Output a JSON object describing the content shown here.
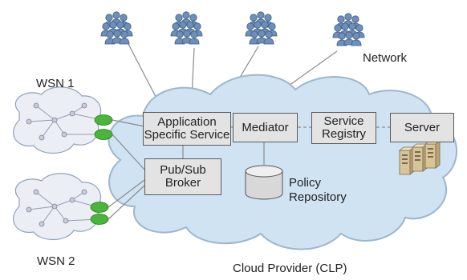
{
  "labels": {
    "network": "Network",
    "wsn1": "WSN 1",
    "wsn2": "WSN 2",
    "cloud_provider": "Cloud Provider (CLP)",
    "policy_line1": "Policy",
    "policy_line2": "Repository"
  },
  "boxes": {
    "app_service_line1": "Application",
    "app_service_line2": "Specific Service",
    "mediator": "Mediator",
    "registry_line1": "Service",
    "registry_line2": "Registry",
    "server": "Server",
    "pubsub_line1": "Pub/Sub",
    "pubsub_line2": "Broker"
  },
  "icons": {
    "user_group": "user-group-icon",
    "server_rack": "server-rack-icon",
    "database": "database-icon",
    "sensor_network": "sensor-network-icon",
    "gateway": "gateway-node-icon"
  },
  "colors": {
    "cloud_fill": "#cfe3f3",
    "cloud_stroke": "#9db6cb",
    "box_fill": "#e3e3e3",
    "gateway_green": "#49b53a",
    "user_blue": "#6f8fb8",
    "server_tan": "#d9c49a"
  }
}
